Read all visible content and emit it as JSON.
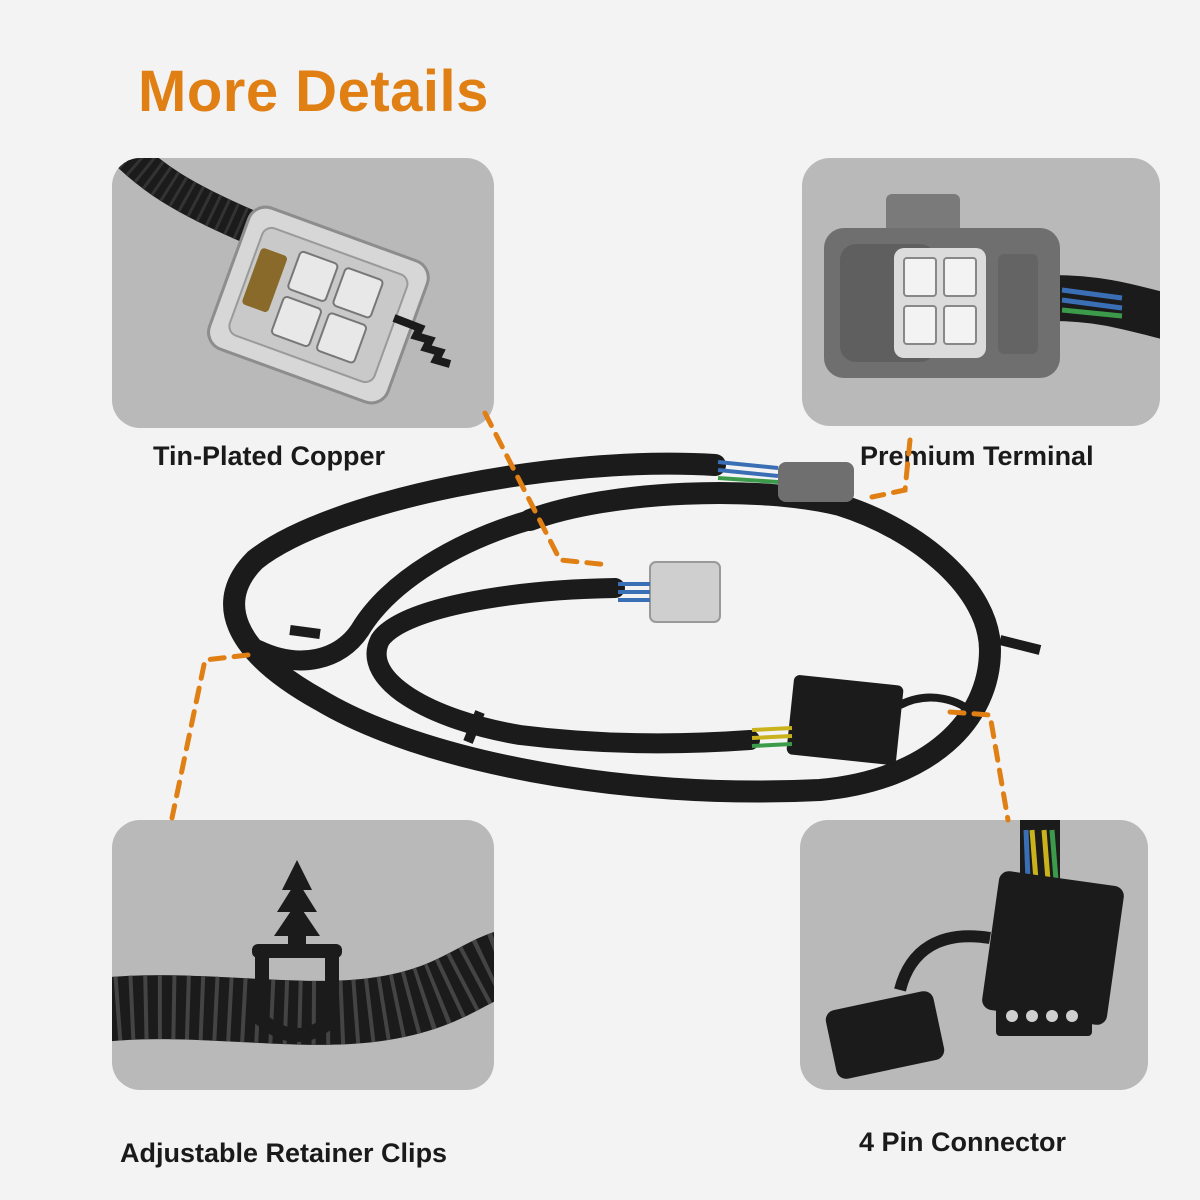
{
  "heading": "More Details",
  "colors": {
    "accent": "#e07f14",
    "panel": "#b9b9b9",
    "background": "#f3f3f3",
    "cable": "#1b1b1b"
  },
  "features": [
    {
      "label": "Tin-Plated Copper",
      "icon": "socket-connector-icon"
    },
    {
      "label": "Premium Terminal",
      "icon": "terminal-plug-icon"
    },
    {
      "label": "Adjustable Retainer Clips",
      "icon": "retainer-clip-icon"
    },
    {
      "label": "4 Pin Connector",
      "icon": "four-pin-flat-connector-icon"
    }
  ]
}
